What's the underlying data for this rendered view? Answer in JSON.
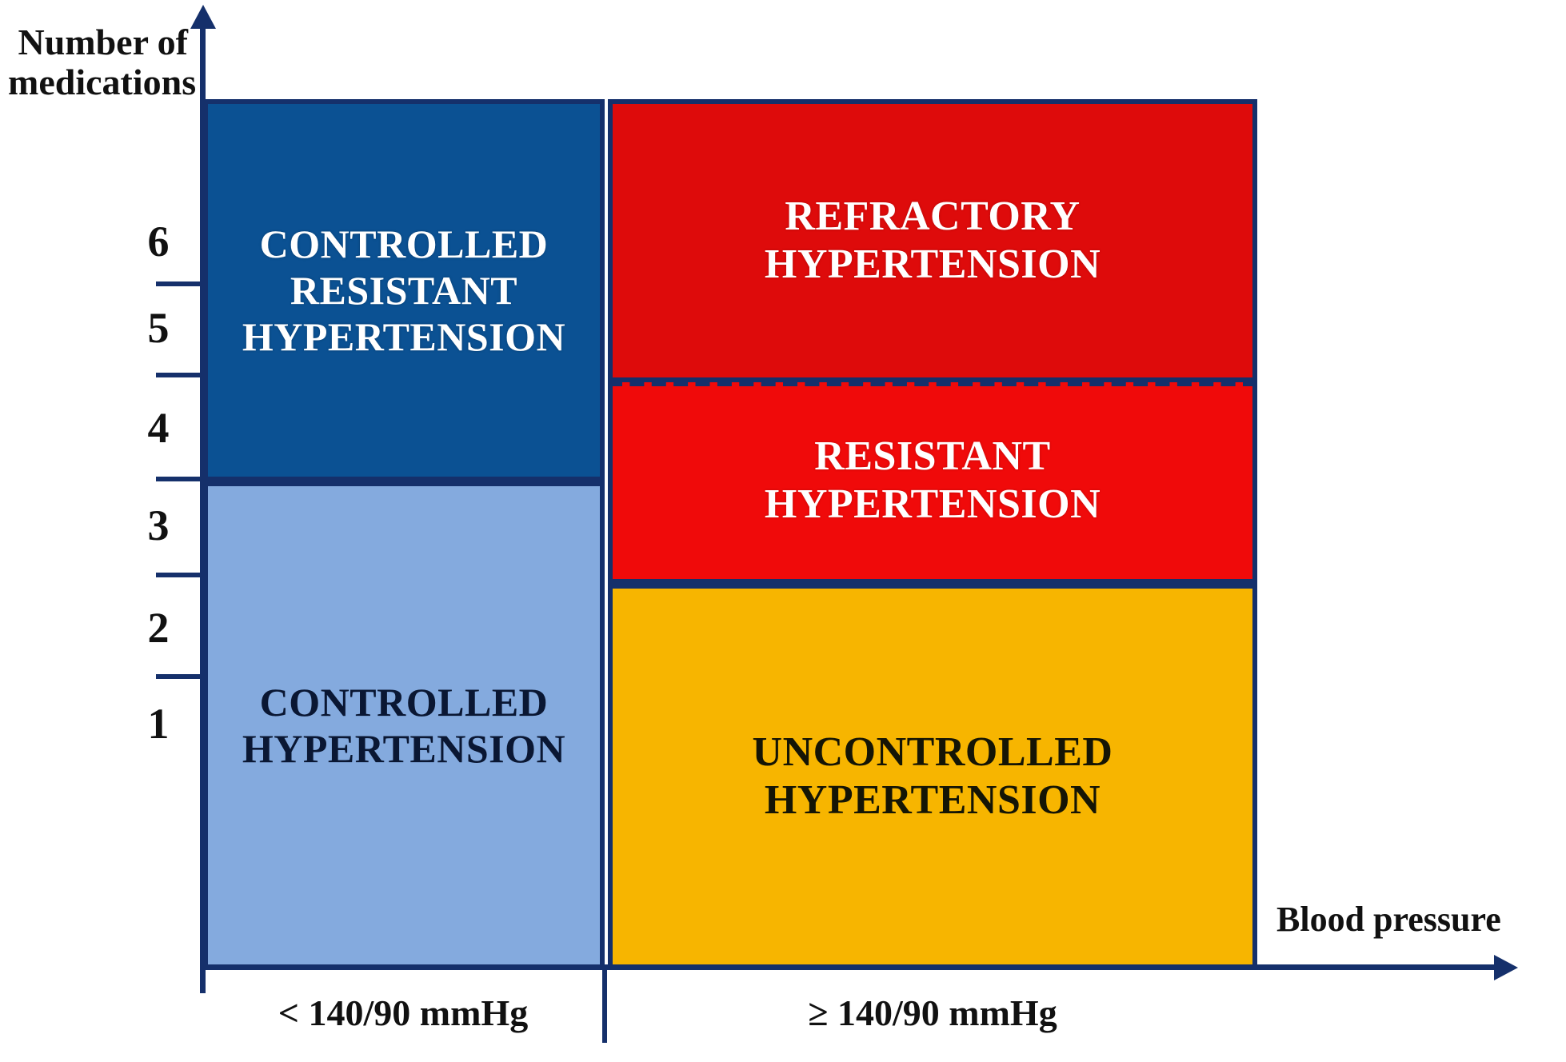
{
  "figure": {
    "type": "quadrant-diagram",
    "title_visible": false
  },
  "axes": {
    "y": {
      "label_line1": "Number of",
      "label_line2": "medications",
      "tick_values": [
        "6",
        "5",
        "4",
        "3",
        "2",
        "1"
      ],
      "arrow_icon": "arrow-up-icon"
    },
    "x": {
      "label": "Blood pressure",
      "categories": [
        "< 140/90 mmHg",
        "≥ 140/90 mmHg"
      ],
      "arrow_icon": "arrow-right-icon"
    }
  },
  "blocks": {
    "controlled_resistant": {
      "line1": "CONTROLLED",
      "line2": "RESISTANT",
      "line3": "HYPERTENSION",
      "fill": "#0B5193",
      "text_color": "#FFFFFF"
    },
    "controlled": {
      "line1": "CONTROLLED",
      "line2": "HYPERTENSION",
      "fill": "#84AADE",
      "text_color": "#0A1733"
    },
    "refractory": {
      "line1": "REFRACTORY",
      "line2": "HYPERTENSION",
      "fill": "#DE0B0B",
      "text_color": "#FFFFFF"
    },
    "resistant": {
      "line1": "RESISTANT",
      "line2": "HYPERTENSION",
      "fill": "#F00A0A",
      "text_color": "#FFFFFF"
    },
    "uncontrolled": {
      "line1": "UNCONTROLLED",
      "line2": "HYPERTENSION",
      "fill": "#F7B500",
      "text_color": "#151505"
    }
  },
  "colors": {
    "border": "#15306B",
    "axis": "#15306B",
    "background": "#FFFFFF"
  },
  "chart_data": {
    "type": "heatmap",
    "title": "",
    "xlabel": "Blood pressure",
    "ylabel": "Number of medications",
    "grid": false,
    "legend_position": "none",
    "x_categories": [
      "< 140/90 mmHg",
      "≥ 140/90 mmHg"
    ],
    "y_tick_labels": [
      "1",
      "2",
      "3",
      "4",
      "5",
      "6"
    ],
    "y_range": [
      0,
      7
    ],
    "cells": [
      {
        "label": "CONTROLLED RESISTANT HYPERTENSION",
        "x_category": "< 140/90 mmHg",
        "y_range": [
          3.5,
          7.0
        ],
        "color": "#0B5193",
        "text_color": "#FFFFFF"
      },
      {
        "label": "CONTROLLED HYPERTENSION",
        "x_category": "< 140/90 mmHg",
        "y_range": [
          0.5,
          3.5
        ],
        "color": "#84AADE",
        "text_color": "#0A1733"
      },
      {
        "label": "REFRACTORY HYPERTENSION",
        "x_category": "≥ 140/90 mmHg",
        "y_range": [
          4.7,
          7.0
        ],
        "color": "#DE0B0B",
        "text_color": "#FFFFFF"
      },
      {
        "label": "RESISTANT HYPERTENSION",
        "x_category": "≥ 140/90 mmHg",
        "y_range": [
          3.0,
          4.7
        ],
        "color": "#F00A0A",
        "text_color": "#FFFFFF"
      },
      {
        "label": "UNCONTROLLED HYPERTENSION",
        "x_category": "≥ 140/90 mmHg",
        "y_range": [
          0.5,
          3.0
        ],
        "color": "#F7B500",
        "text_color": "#151505"
      }
    ],
    "annotations": [
      {
        "type": "dashed-horizontal-line",
        "x_category": "≥ 140/90 mmHg",
        "y_value": 4.7,
        "color": "#15306B",
        "note": "separates REFRACTORY from RESISTANT HYPERTENSION"
      }
    ]
  }
}
